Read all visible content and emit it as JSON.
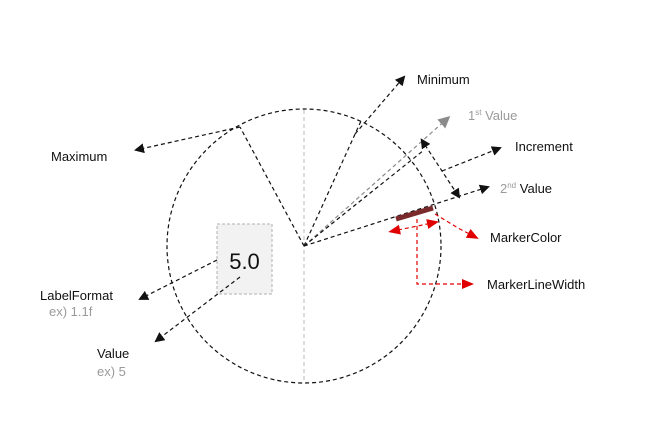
{
  "labels": {
    "minimum": "Minimum",
    "maximum": "Maximum",
    "increment": "Increment",
    "first_value_prefix": "1",
    "first_value_sup": "st",
    "first_value_text": " Value",
    "second_value_prefix": "2",
    "second_value_sup": "nd",
    "second_value_text": " Value",
    "marker_color": "MarkerColor",
    "marker_line_width": "MarkerLineWidth",
    "label_format": "LabelFormat",
    "label_format_example": "ex) 1.1f",
    "value": "Value",
    "value_example": "ex) 5"
  },
  "display_value": "5.0",
  "colors": {
    "line": "#111111",
    "gray": "#8a8a8a",
    "red": "#e00000",
    "marker": "#7a2a2a",
    "box_fill": "#f2f2f2",
    "box_border": "#b0b0b0"
  }
}
